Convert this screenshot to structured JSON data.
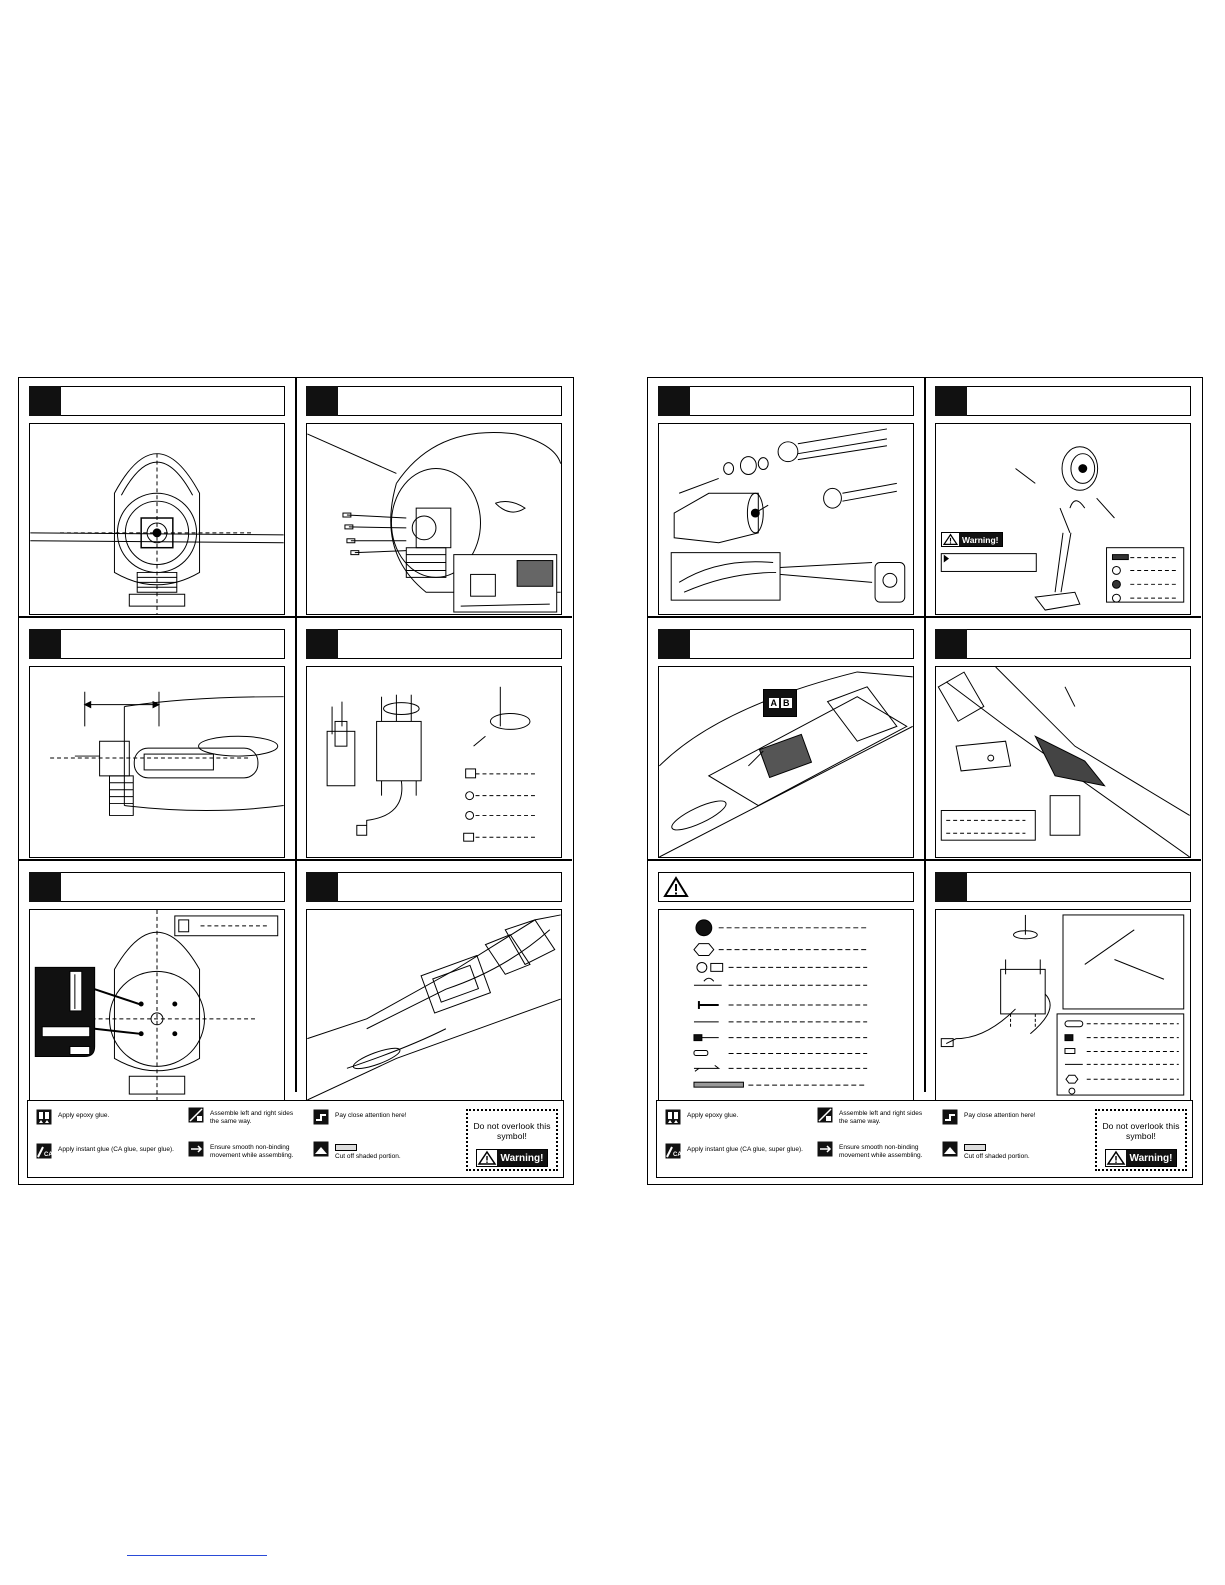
{
  "legend": {
    "epoxy": "Apply epoxy glue.",
    "ca": "Apply instant glue (CA glue, super glue).",
    "same_way": "Assemble left and right sides\nthe same way.",
    "smooth": "Ensure smooth non-binding\nmovement while assembling.",
    "attention": "Pay close attention here!",
    "cut": "Cut off shaded portion.",
    "overlook": "Do not overlook this symbol!",
    "warning_label": "Warning!",
    "ab_a": "A",
    "ab_b": "B"
  },
  "icons": {
    "epoxy": "epoxy-glue-icon",
    "ca": "ca-glue-icon",
    "same_way": "mirror-assembly-icon",
    "smooth": "smooth-movement-icon",
    "attention": "pointing-hand-icon",
    "cut": "cut-shaded-icon",
    "warning": "warning-triangle-icon"
  },
  "colors": {
    "ink": "#000000",
    "step_badge": "#111111",
    "shade": "#bbbbbb"
  }
}
